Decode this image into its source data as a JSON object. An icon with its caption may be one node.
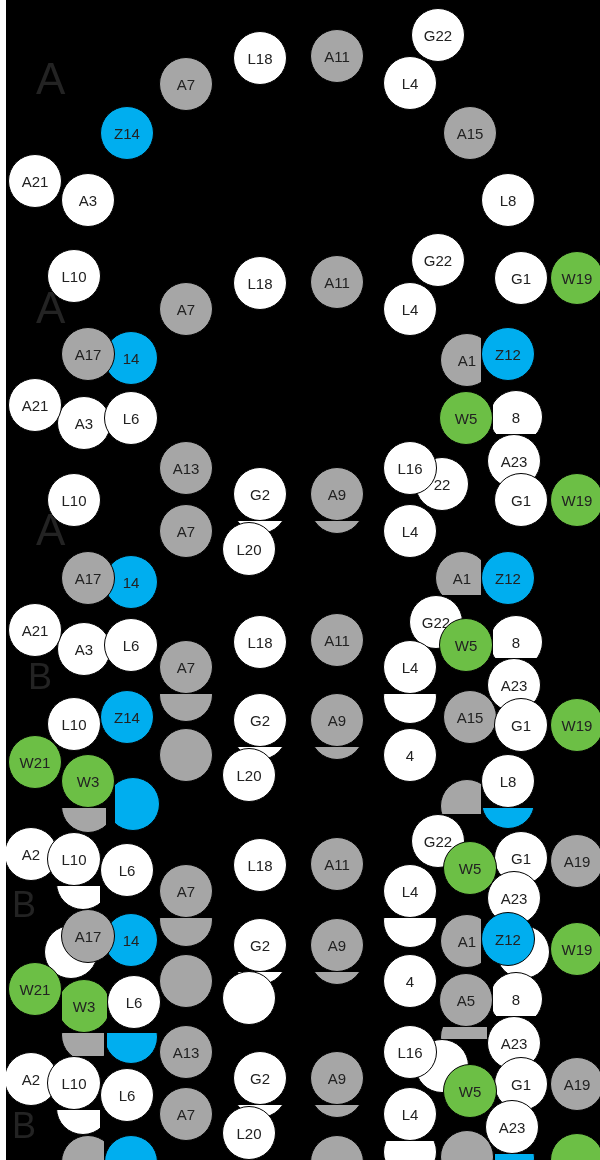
{
  "diagram": {
    "nodes": [
      {
        "text": [
          "G22"
        ]
      },
      {
        "text": [
          "A11"
        ]
      },
      {
        "text": [
          "L18"
        ]
      },
      {
        "text": [
          "L4"
        ]
      },
      {
        "text": [
          "A7"
        ]
      },
      {
        "text": [
          "Z14"
        ]
      },
      {
        "text": [
          "A15"
        ]
      },
      {
        "text": [
          "A21"
        ]
      },
      {
        "text": [
          "A3"
        ]
      },
      {
        "text": [
          "L8"
        ]
      },
      {
        "text": [
          "G22"
        ]
      },
      {
        "text": [
          "L10"
        ]
      },
      {
        "text": [
          "G1"
        ]
      },
      {
        "text": [
          "W19"
        ]
      },
      {
        "text": [
          "A11"
        ]
      },
      {
        "text": [
          "L18"
        ]
      },
      {
        "text": [
          "A7"
        ]
      },
      {
        "text": [
          "L4"
        ]
      },
      {
        "text": [
          "A17"
        ]
      },
      {
        "text": [
          "Z12"
        ]
      },
      {
        "text": [
          "14"
        ]
      },
      {
        "text": [
          "A1"
        ]
      },
      {
        "text": [
          "A21"
        ]
      },
      {
        "text": [
          "L6"
        ]
      },
      {
        "text": [
          "W5"
        ]
      },
      {
        "text": [
          "8"
        ]
      },
      {
        "text": [
          "A3"
        ]
      },
      {
        "text": [
          "A23"
        ]
      },
      {
        "text": [
          "A13"
        ]
      },
      {
        "text": [
          "L16"
        ]
      },
      {
        "text": [
          "22"
        ]
      },
      {
        "text": [
          "G2"
        ]
      },
      {
        "text": [
          "A9"
        ]
      },
      {
        "text": [
          "L10"
        ]
      },
      {
        "text": [
          "G1"
        ]
      },
      {
        "text": [
          "W19"
        ]
      },
      {
        "text": [],
        "shape": "circle"
      },
      {
        "text": [],
        "shape": "circle"
      },
      {
        "text": [
          "A7"
        ]
      },
      {
        "text": [
          "L4"
        ]
      },
      {
        "text": [
          "L20"
        ]
      },
      {
        "text": [
          "A17"
        ]
      },
      {
        "text": [
          "Z12"
        ]
      },
      {
        "text": [
          "14"
        ]
      },
      {
        "text": [
          "A1"
        ]
      },
      {
        "text": [
          "G22"
        ]
      },
      {
        "text": [
          "A21"
        ]
      },
      {
        "text": [
          "A11"
        ]
      },
      {
        "text": [
          "L18"
        ]
      },
      {
        "text": [
          "L6"
        ]
      },
      {
        "text": [
          "W5"
        ]
      },
      {
        "text": [
          "8"
        ]
      },
      {
        "text": [
          "A3"
        ]
      },
      {
        "text": [
          "A7"
        ]
      },
      {
        "text": [
          "L4"
        ]
      },
      {
        "text": [
          "A23"
        ]
      },
      {
        "text": [],
        "shape": "circle"
      },
      {
        "text": [],
        "shape": "circle"
      },
      {
        "text": [
          "Z14"
        ]
      },
      {
        "text": [
          "A15"
        ]
      },
      {
        "text": [
          "G2"
        ]
      },
      {
        "text": [
          "A9"
        ]
      },
      {
        "text": [
          "L10"
        ]
      },
      {
        "text": [
          "G1"
        ]
      },
      {
        "text": [
          "W19"
        ]
      },
      {
        "text": [],
        "shape": "circle"
      },
      {
        "text": [
          "4"
        ]
      },
      {
        "text": [
          "W21"
        ]
      },
      {
        "text": [
          "L20"
        ]
      },
      {
        "text": [
          "W3"
        ]
      },
      {
        "text": [
          "L8"
        ]
      },
      {
        "text": [],
        "shape": "circle"
      },
      {
        "text": [],
        "shape": "circle"
      },
      {
        "text": [],
        "shape": "circle"
      },
      {
        "text": [],
        "shape": "circle"
      },
      {
        "text": [
          "G22"
        ]
      },
      {
        "text": [
          "A2"
        ]
      },
      {
        "text": [
          "L10"
        ]
      },
      {
        "text": [
          "G1"
        ]
      },
      {
        "text": [
          "A19"
        ]
      },
      {
        "text": [
          "A11"
        ]
      },
      {
        "text": [
          "L18"
        ]
      },
      {
        "text": [
          "W5"
        ]
      },
      {
        "text": [
          "L6"
        ]
      },
      {
        "text": [],
        "shape": "circle"
      },
      {
        "text": [
          "A7"
        ]
      },
      {
        "text": [
          "L4"
        ]
      },
      {
        "text": [
          "A23"
        ]
      },
      {
        "text": [],
        "shape": "circle"
      },
      {
        "text": [],
        "shape": "circle"
      },
      {
        "text": [
          "Z12"
        ]
      },
      {
        "text": [
          "A17"
        ]
      },
      {
        "text": [
          "14"
        ]
      },
      {
        "text": [
          "A1"
        ]
      },
      {
        "text": [
          "G2"
        ]
      },
      {
        "text": [
          "A9"
        ]
      },
      {
        "text": [
          "W19"
        ]
      },
      {
        "text": [],
        "shape": "circle"
      },
      {
        "text": [],
        "shape": "circle"
      },
      {
        "text": [],
        "shape": "circle"
      },
      {
        "text": [
          "4"
        ]
      },
      {
        "text": [
          "W21"
        ]
      },
      {
        "text": [],
        "shape": "circle"
      },
      {
        "text": [
          "A5"
        ]
      },
      {
        "text": [
          "L6"
        ]
      },
      {
        "text": [
          "8"
        ]
      },
      {
        "text": [
          "W3"
        ]
      },
      {
        "text": [],
        "shape": "circle"
      },
      {
        "text": [],
        "shape": "circle"
      },
      {
        "text": [],
        "shape": "circle"
      },
      {
        "text": [
          "A23"
        ]
      },
      {
        "text": [
          "A13"
        ]
      },
      {
        "text": [
          "L16"
        ]
      },
      {
        "text": [],
        "shape": "circle"
      },
      {
        "text": [
          "G2"
        ]
      },
      {
        "text": [
          "A9"
        ]
      },
      {
        "text": [
          "A2"
        ]
      },
      {
        "text": [
          "L10"
        ]
      },
      {
        "text": [
          "G1"
        ]
      },
      {
        "text": [
          "A19"
        ]
      },
      {
        "text": [
          "W5"
        ]
      },
      {
        "text": [
          "L6"
        ]
      },
      {
        "text": [],
        "shape": "circle"
      },
      {
        "text": [
          "A7"
        ]
      },
      {
        "text": [
          "L4"
        ]
      },
      {
        "text": [
          "A23"
        ]
      },
      {
        "text": [
          "L20"
        ]
      },
      {
        "text": [],
        "shape": "circle"
      },
      {
        "text": [],
        "shape": "circle"
      },
      {
        "text": [],
        "shape": "circle"
      },
      {
        "text": [],
        "shape": "circle"
      },
      {
        "text": [],
        "shape": "circle"
      },
      {
        "text": [],
        "shape": "circle"
      },
      {
        "text": [],
        "shape": "circle"
      },
      {
        "text": [],
        "shape": "circle"
      },
      {
        "text": [],
        "shape": "circle"
      },
      {
        "text": [],
        "shape": "circle"
      },
      {
        "text": [],
        "shape": "circle"
      },
      {
        "text": [],
        "shape": "circle"
      },
      {
        "text": [],
        "shape": "circle"
      }
    ],
    "labels": [
      "A",
      "A",
      "A",
      "B",
      "B",
      "B"
    ]
  }
}
